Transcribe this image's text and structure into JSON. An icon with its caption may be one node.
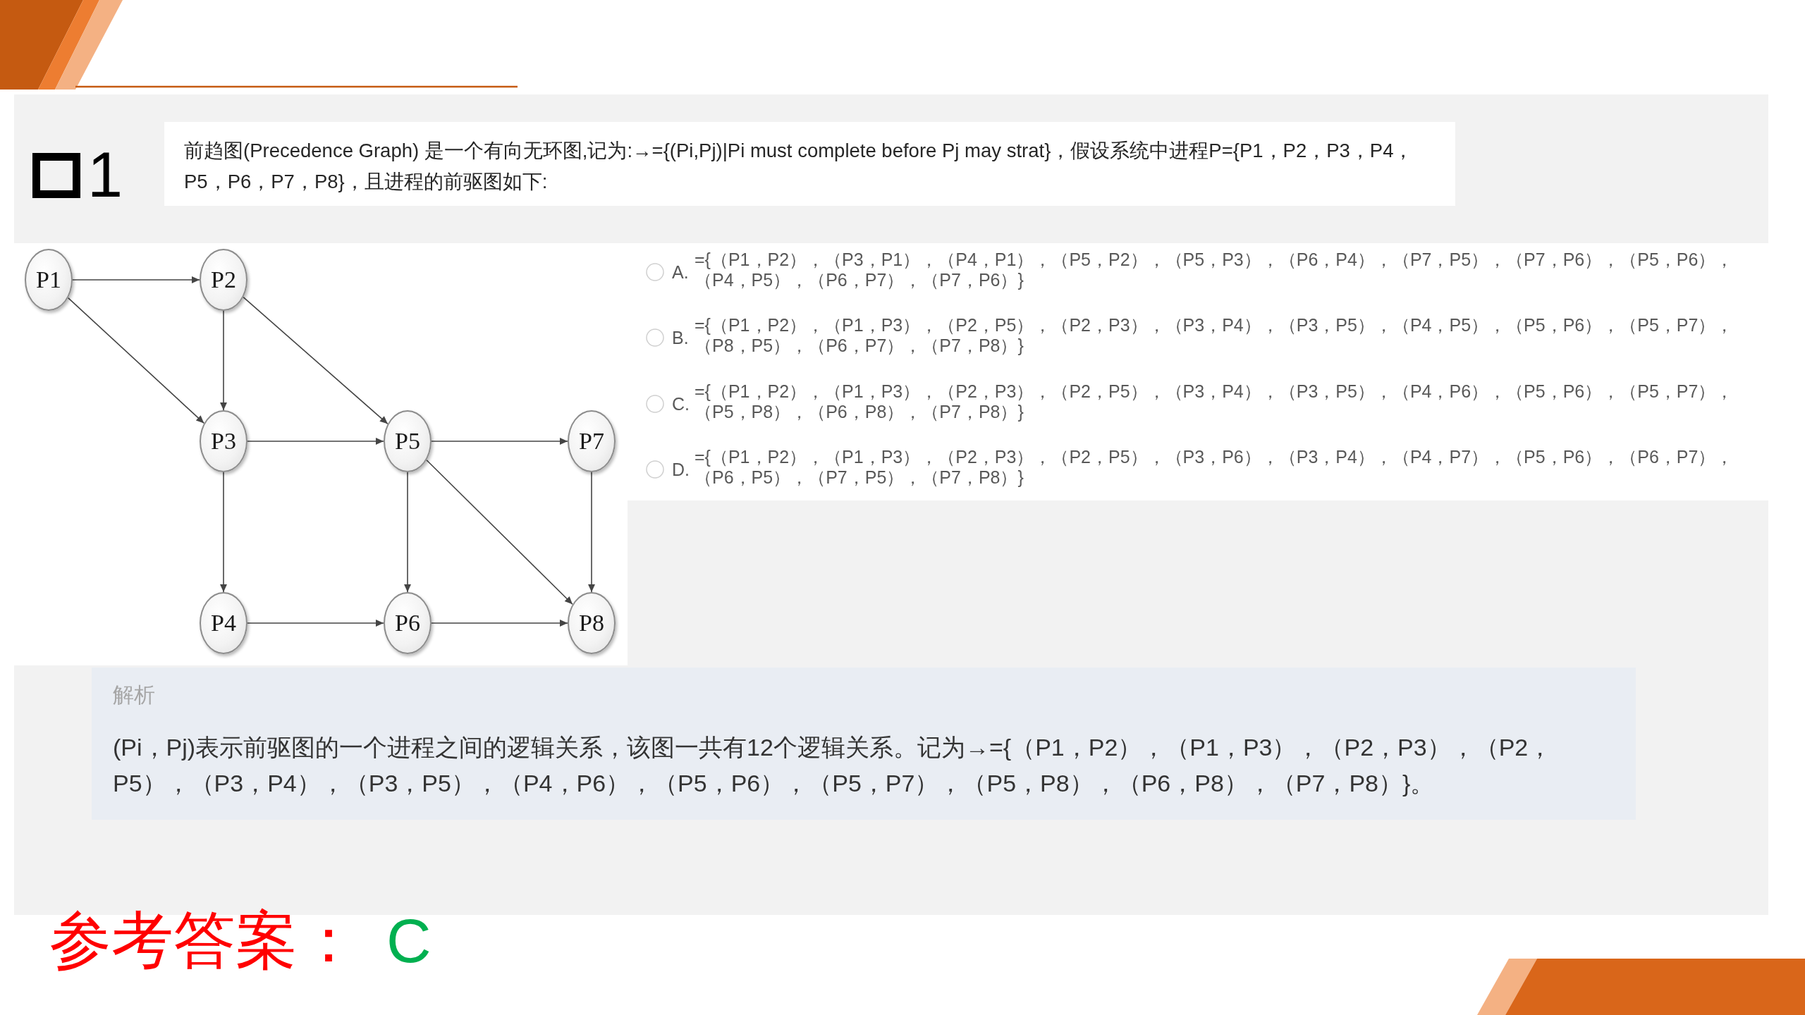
{
  "diagram": {
    "nodes": [
      {
        "text": [
          "P1"
        ]
      },
      {
        "text": [
          "P2"
        ]
      },
      {
        "text": [
          "P3"
        ]
      },
      {
        "text": [
          "P5"
        ]
      },
      {
        "text": [
          "P7"
        ]
      },
      {
        "text": [
          "P4"
        ]
      },
      {
        "text": [
          "P6"
        ]
      },
      {
        "text": [
          "P8"
        ]
      }
    ],
    "edges": [
      {
        "from": 0,
        "to": 1,
        "arrow": "to"
      },
      {
        "from": 0,
        "to": 2,
        "arrow": "to"
      },
      {
        "from": 1,
        "to": 2,
        "arrow": "to"
      },
      {
        "from": 1,
        "to": 3,
        "arrow": "to"
      },
      {
        "from": 2,
        "to": 3,
        "arrow": "to"
      },
      {
        "from": 2,
        "to": 5,
        "arrow": "to"
      },
      {
        "from": 3,
        "to": 4,
        "arrow": "to"
      },
      {
        "from": 3,
        "to": 6,
        "arrow": "to"
      },
      {
        "from": 3,
        "to": 7,
        "arrow": "to"
      },
      {
        "from": 4,
        "to": 7,
        "arrow": "to"
      },
      {
        "from": 5,
        "to": 6,
        "arrow": "to"
      },
      {
        "from": 6,
        "to": 7,
        "arrow": "to"
      }
    ],
    "labels": [
      "1",
      "前趋图(Precedence Graph) 是一个有向无环图,记为:→={(Pi,Pj)|Pi must complete before Pj may strat}，假设系统中进程P={P1，P2，P3，P4，P5，P6，P7，P8}，且进程的前驱图如下:",
      "A.",
      "={（P1，P2），（P3，P1），（P4，P1），（P5，P2），（P5，P3），（P6，P4），（P7，P5），（P7，P6），（P5，P6），（P4，P5），（P6，P7），（P7，P6）}",
      "B.",
      "={（P1，P2），（P1，P3），（P2，P5），（P2，P3），（P3，P4），（P3，P5），（P4，P5），（P5，P6），（P5，P7），（P8，P5），（P6，P7），（P7，P8）}",
      "C.",
      "={（P1，P2），（P1，P3），（P2，P3），（P2，P5），（P3，P4），（P3，P5），（P4，P6），（P5，P6），（P5，P7），（P5，P8），（P6，P8），（P7，P8）}",
      "D.",
      "={（P1，P2），（P1，P3），（P2，P3），（P2，P5），（P3，P6），（P3，P4），（P4，P7），（P5，P6），（P6，P7），（P6，P5），（P7，P5），（P7，P8）}",
      "解析",
      "(Pi，Pj)表示前驱图的一个进程之间的逻辑关系，该图一共有12个逻辑关系。记为→={（P1，P2），（P1，P3），（P2，P3），（P2，P5），（P3，P4），（P3，P5），（P4，P6），（P5，P6），（P5，P7），（P5，P8），（P6，P8），（P7，P8）}。",
      "参考答案：",
      "C"
    ]
  }
}
